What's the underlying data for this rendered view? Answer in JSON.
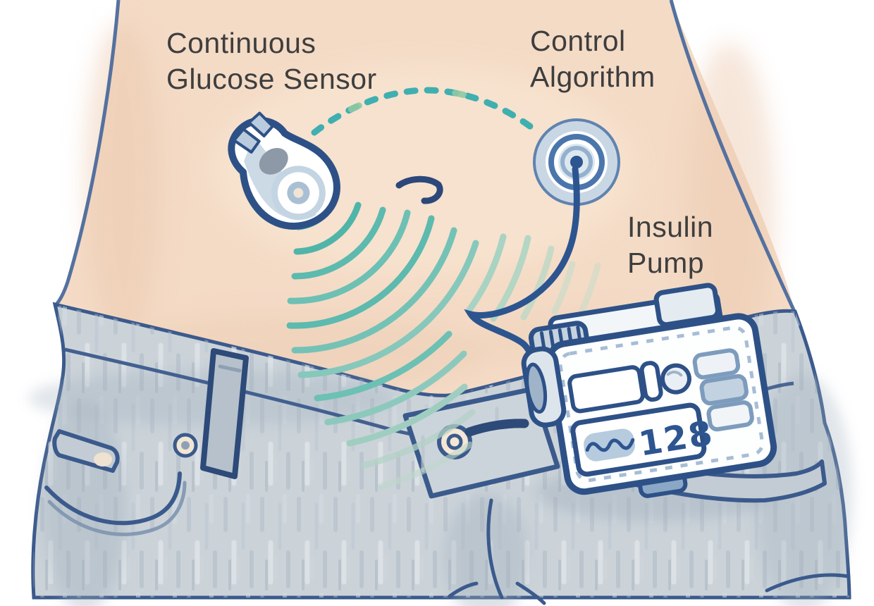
{
  "title": "Closed-loop insulin delivery (artificial pancreas) illustration",
  "palette": {
    "background": "#ffffff",
    "skin": "#f4dbc6",
    "skin_shade": "#ecc9af",
    "jeans": "#cbd3d9",
    "jeans_line": "#3b5a8c",
    "outline_navy": "#2d5187",
    "torso_edge": "#54719f",
    "teal": "#4fb5a9",
    "teal_pale": "#b4d6c4",
    "dotted_link": "#3fafb0",
    "device_blue": "#b9cbdd",
    "pump_navy": "#2d5590",
    "button_cream": "#f3e6d3",
    "label_text": "#3e3e3e"
  },
  "labels": {
    "cgm": "Continuous\nGlucose Sensor",
    "algorithm": "Control\nAlgorithm",
    "pump": "Insulin\nPump"
  },
  "pump_display": {
    "value": "128"
  },
  "icons": {
    "sensor_device": "glucose-sensor-pod",
    "algorithm_device": "infusion-site-pod",
    "pump_device": "insulin-pump",
    "signal_fan": "wireless-signal-arcs",
    "data_link": "dotted-data-link",
    "waveform": "glucose-waveform-squiggle"
  }
}
